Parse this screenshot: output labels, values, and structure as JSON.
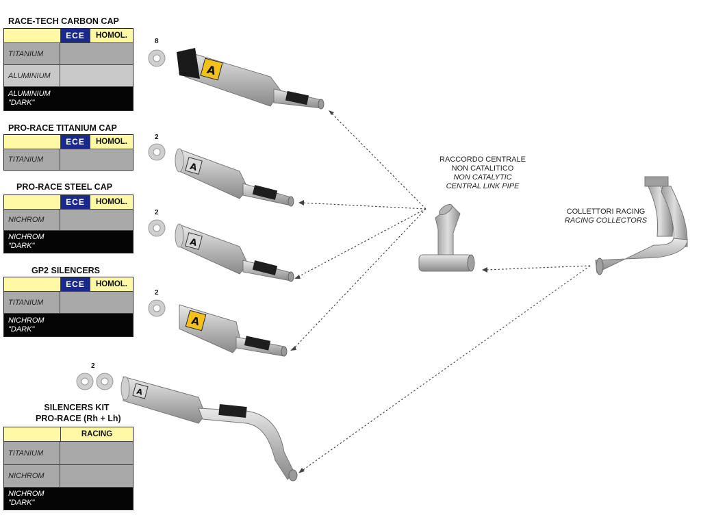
{
  "sections": [
    {
      "title": "RACE-TECH CARBON CAP",
      "badge": "ECE",
      "header_label": "HOMOL.",
      "rows": [
        {
          "name": "TITANIUM",
          "name2": ""
        },
        {
          "name": "ALUMINIUM",
          "name2": ""
        },
        {
          "name": "ALUMINIUM",
          "name2": "\"DARK\""
        }
      ],
      "qty": "8"
    },
    {
      "title": "PRO-RACE TITANIUM CAP",
      "badge": "ECE",
      "header_label": "HOMOL.",
      "rows": [
        {
          "name": "TITANIUM",
          "name2": ""
        }
      ],
      "qty": "2"
    },
    {
      "title": "PRO-RACE STEEL CAP",
      "badge": "ECE",
      "header_label": "HOMOL.",
      "rows": [
        {
          "name": "NICHROM",
          "name2": ""
        },
        {
          "name": "NICHROM",
          "name2": "\"DARK\""
        }
      ],
      "qty": "2"
    },
    {
      "title": "GP2 SILENCERS",
      "badge": "ECE",
      "header_label": "HOMOL.",
      "rows": [
        {
          "name": "TITANIUM",
          "name2": ""
        },
        {
          "name": "NICHROM",
          "name2": "\"DARK\""
        }
      ],
      "qty": "2"
    },
    {
      "title_line1": "SILENCERS KIT",
      "title_line2": "PRO-RACE (Rh + Lh)",
      "header_label": "RACING",
      "rows": [
        {
          "name": "TITANIUM",
          "name2": ""
        },
        {
          "name": "NICHROM",
          "name2": ""
        },
        {
          "name": "NICHROM",
          "name2": "\"DARK\""
        }
      ],
      "qty": "2"
    }
  ],
  "central_link": {
    "line1": "RACCORDO CENTRALE",
    "line2": "NON CATALITICO",
    "line3": "NON CATALYTIC",
    "line4": "CENTRAL LINK PIPE"
  },
  "collectors": {
    "line1": "COLLETTORI RACING",
    "line2": "RACING COLLECTORS"
  },
  "colors": {
    "header_yellow": "#fff9a6",
    "ece_blue": "#1b2a8a",
    "titanium_grey": "#a9a9a9",
    "aluminium_grey": "#c9c9c9",
    "dark_black": "#050505",
    "logo_yellow": "#f3c11b"
  }
}
